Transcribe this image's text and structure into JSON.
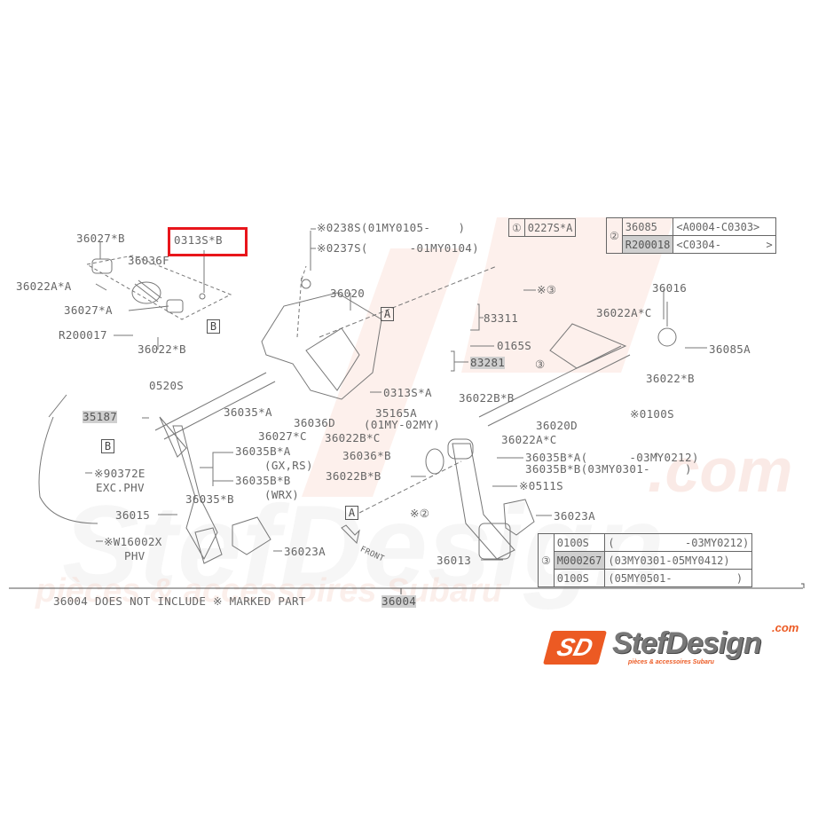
{
  "labels": {
    "p36027B": "36027*B",
    "p0313SB": "0313S*B",
    "p36036F": "36036F",
    "p36022AA": "36022A*A",
    "p36027A": "36027*A",
    "p_R200017": "R200017",
    "p36022B_1": "36022*B",
    "p0238S": "※0238S(01MY0105-    )",
    "p0237S": "※0237S(      -01MY0104)",
    "p_ref3_top": "※③",
    "p36020": "36020",
    "p83311": "83311",
    "p36016": "36016",
    "p36022AC_1": "36022A*C",
    "p0165S": "0165S",
    "p36085A": "36085A",
    "p83281": "83281",
    "p_ref3_mid": "③",
    "p36022B_2": "36022*B",
    "p0520S": "0520S",
    "p0313SA": "0313S*A",
    "p36022BB_1": "36022B*B",
    "p35187": "35187",
    "p36035A": "36035*A",
    "p36036D": "36036D",
    "p35165A": "35165A",
    "p35165A_note": "(01MY-02MY)",
    "p0100S": "※0100S",
    "p36020D": "36020D",
    "p36027C": "36027*C",
    "p36022BC": "36022B*C",
    "p36022AC_2": "36022A*C",
    "p36035BA": "36035B*A",
    "p36035BA_note": "(GX,RS)",
    "p36035BB": "36035B*B",
    "p36035BB_note": "(WRX)",
    "p36036B": "36036*B",
    "p36035BA_r": "36035B*A(      -03MY0212)",
    "p36035BB_r": "36035B*B(03MY0301-     )",
    "p90372E": "※90372E",
    "p90372E_note": "EXC.PHV",
    "p36022BB_2": "36022B*B",
    "p0511S": "※0511S",
    "p36035B": "36035*B",
    "p_ref2": "※②",
    "p36015": "36015",
    "p36023A_r": "36023A",
    "pW16002X": "※W16002X",
    "pW16002X_note": "PHV",
    "p36023A_l": "36023A",
    "front": "FRONT",
    "p36013": "36013",
    "footnote": "36004 DOES NOT INCLUDE ※ MARKED PART",
    "p36004": "36004"
  },
  "ref_boxes": {
    "A": "A",
    "B": "B"
  },
  "table1": {
    "ref": "①",
    "part": "0227S*A"
  },
  "table2": {
    "ref": "②",
    "rows": [
      {
        "part": "36085",
        "range": "<A0004-C0303>"
      },
      {
        "part": "R200018",
        "range": "<C0304-       >"
      }
    ]
  },
  "table3": {
    "ref": "③",
    "rows": [
      {
        "part": "0100S",
        "range": "(           -03MY0212)"
      },
      {
        "part": "M000267",
        "range": "(03MY0301-05MY0412)"
      },
      {
        "part": "0100S",
        "range": "(05MY0501-          )"
      }
    ]
  },
  "logo": {
    "mark": "SD",
    "name": "StefDesign",
    "com": ".com",
    "tagline": "pièces & accessoires Subaru"
  },
  "watermark": {
    "text": "StefDesign",
    "com": ".com",
    "tagline": "pièces & accessoires Subaru"
  },
  "colors": {
    "highlight_box": "#e8151b",
    "brand": "#ec5a23",
    "line": "#666666"
  }
}
